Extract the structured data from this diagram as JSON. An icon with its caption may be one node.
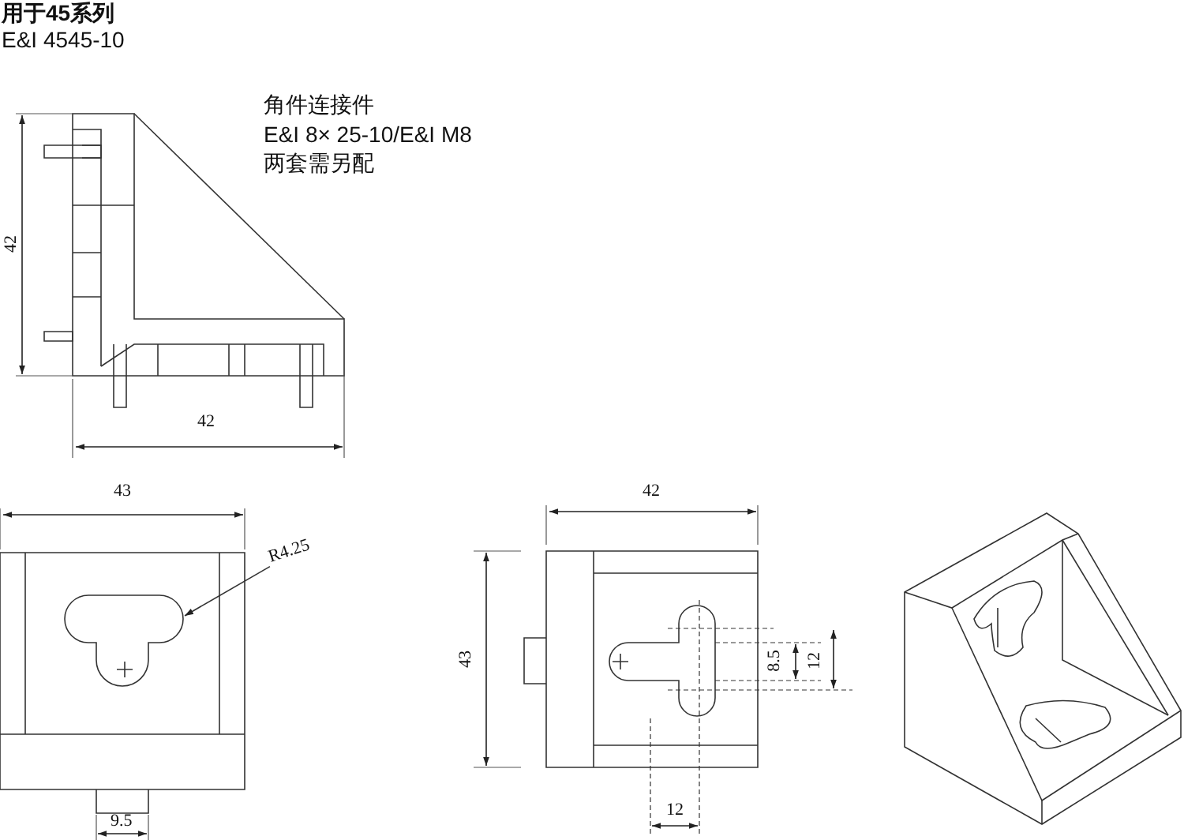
{
  "diagram": {
    "title": "用于45系列",
    "nodes": [
      {
        "text": [
          "R4.25"
        ]
      },
      {
        "text": [],
        "shape": "slot"
      }
    ],
    "edges": [
      {
        "from": 0,
        "to": 1,
        "arrow": "to"
      }
    ],
    "labels": [
      "E&I 4545-10",
      "角件连接件",
      "E&I 8× 25-10/E&I M8",
      "两套需另配",
      "42",
      "42",
      "43",
      "42",
      "43",
      "8.5",
      "12",
      "12",
      "9.5"
    ]
  }
}
